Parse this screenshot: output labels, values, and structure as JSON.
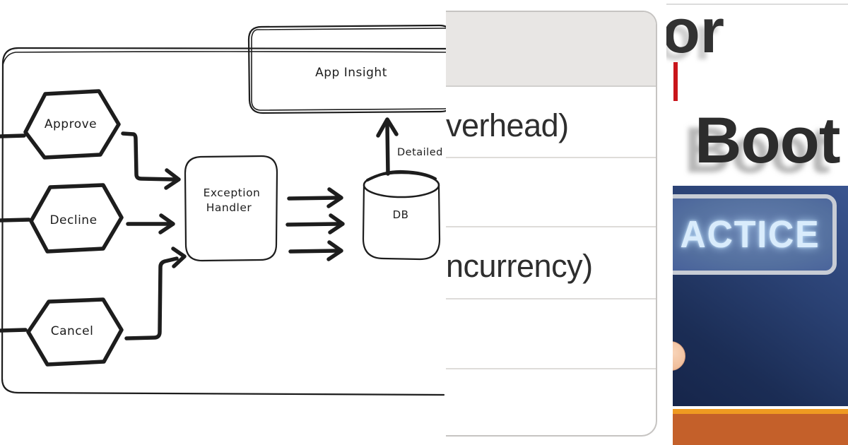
{
  "flowchart": {
    "nodes": {
      "approve": "Approve",
      "decline": "Decline",
      "cancel": "Cancel",
      "exception_handler": {
        "line1": "Exception",
        "line2": "Handler"
      },
      "app_insight": "App Insight",
      "db": "DB"
    },
    "edge_label": "Detailed"
  },
  "slide_table": {
    "rows": [
      {
        "text": "verhead)"
      },
      {
        "text": ""
      },
      {
        "text": "ncurrency)"
      },
      {
        "text": ""
      },
      {
        "text": ""
      }
    ]
  },
  "thumbnail": {
    "top_text_fragment": "or",
    "bottom_text_fragment": "Boot",
    "banner_text_fragment": "ACTICE",
    "colors": {
      "red_accent": "#c9151b",
      "navy_background": "#1f3460",
      "banner_blue": "#54709f",
      "banner_border": "#c7ccd5",
      "orange_bar": "#c4602a",
      "orange_strip": "#ef9a21"
    }
  }
}
